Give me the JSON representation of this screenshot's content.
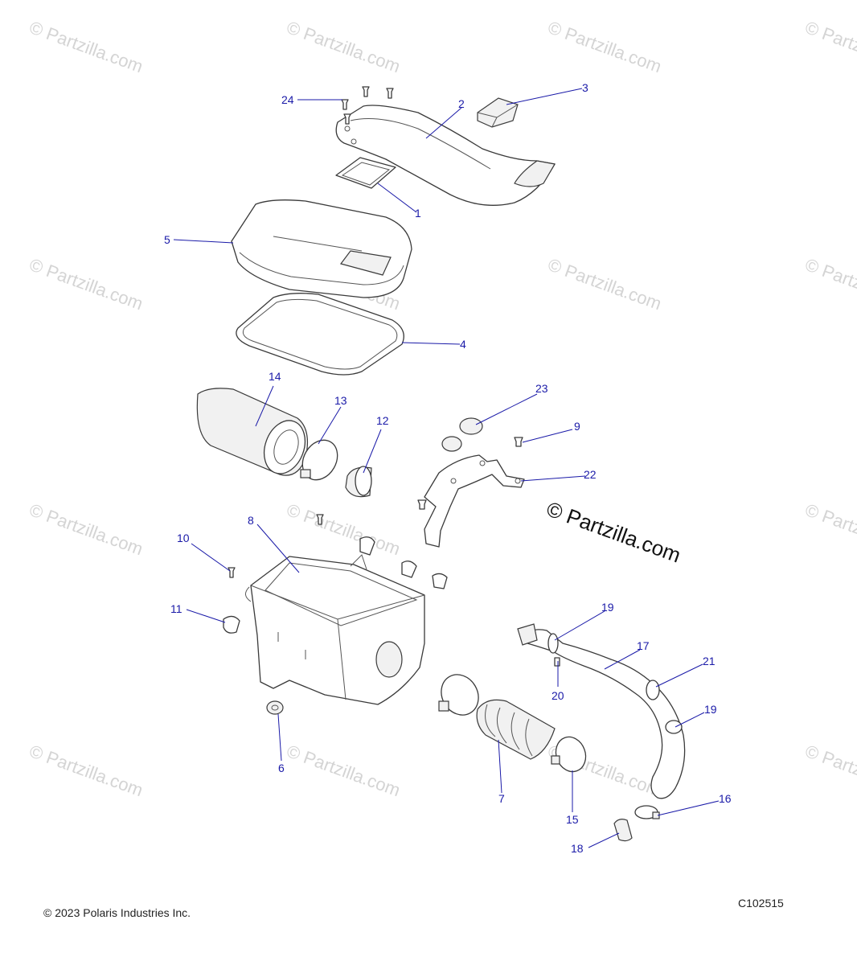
{
  "watermark": {
    "text": "© Partzilla.com"
  },
  "center_watermark": {
    "text": "© Partzilla.com"
  },
  "footer": {
    "copyright": "© 2023 Polaris Industries Inc.",
    "diagram_code": "C102515"
  },
  "callouts": [
    "1",
    "2",
    "3",
    "4",
    "5",
    "6",
    "7",
    "8",
    "9",
    "10",
    "11",
    "12",
    "13",
    "14",
    "15",
    "16",
    "17",
    "18",
    "19",
    "19",
    "20",
    "21",
    "22",
    "23",
    "24"
  ]
}
